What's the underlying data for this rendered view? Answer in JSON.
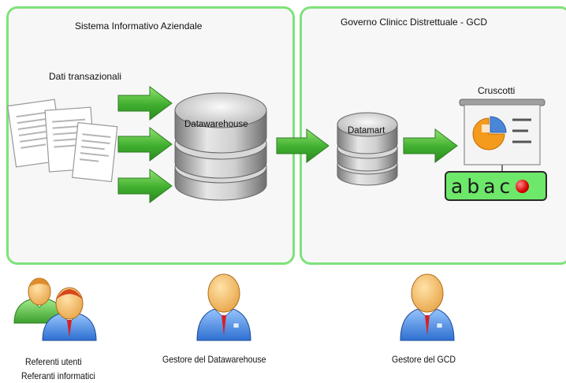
{
  "panels": {
    "left_title": "Sistema Informativo Aziendale",
    "right_title": "Governo Clinicc Distrettuale - GCD"
  },
  "nodes": {
    "source_label": "Dati transazionali",
    "datawarehouse_label": "Datawarehouse",
    "datamart_label": "Datamart",
    "dashboards_label": "Cruscotti",
    "abaco_text": "abac"
  },
  "actors": {
    "users_label_1": "Referenti utenti",
    "users_label_2": "Referanti informatici",
    "dw_manager_label": "Gestore del Datawarehouse",
    "gcd_manager_label": "Gestore del GCD"
  },
  "colors": {
    "panel_border": "#7ee27a",
    "arrow_green": "#4cbf3a",
    "abaco_bg": "#6ee86a"
  }
}
